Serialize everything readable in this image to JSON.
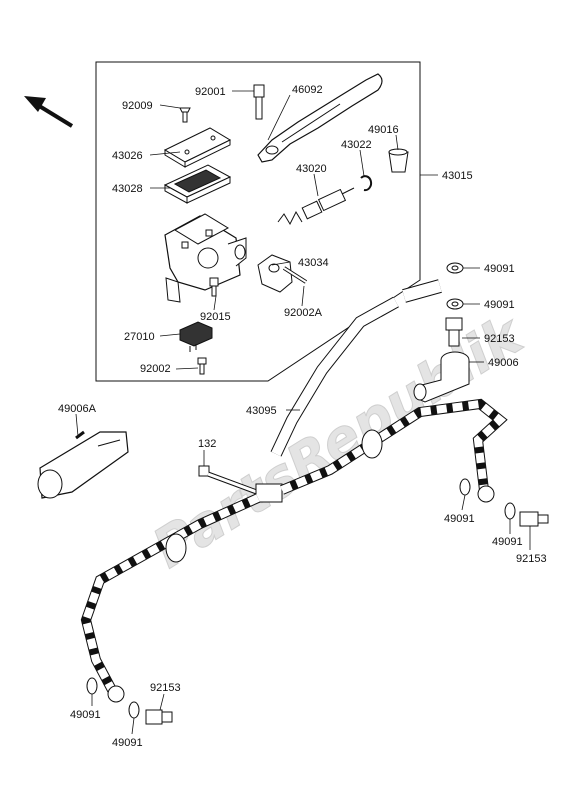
{
  "watermark": "PartsRepublik",
  "colors": {
    "line": "#111111",
    "part_fill": "#ffffff",
    "shade": "#cfcfcf",
    "watermark": "#e4e4e4"
  },
  "direction_arrow_icon": "front-direction-arrow-icon",
  "labels": {
    "p92009": "92009",
    "p92001": "92001",
    "p46092": "46092",
    "p43026": "43026",
    "p49016": "49016",
    "p43022": "43022",
    "p43028": "43028",
    "p43020": "43020",
    "p43015": "43015",
    "p43034": "43034",
    "p92015": "92015",
    "p92002A": "92002A",
    "p27010": "27010",
    "p92002": "92002",
    "p49091_a": "49091",
    "p49091_b": "49091",
    "p92153_a": "92153",
    "p49006": "49006",
    "p49006A": "49006A",
    "p43095": "43095",
    "p132": "132",
    "p49091_c": "49091",
    "p49091_d": "49091",
    "p92153_b": "92153",
    "p92153_c": "92153",
    "p49091_e": "49091",
    "p49091_f": "49091"
  }
}
